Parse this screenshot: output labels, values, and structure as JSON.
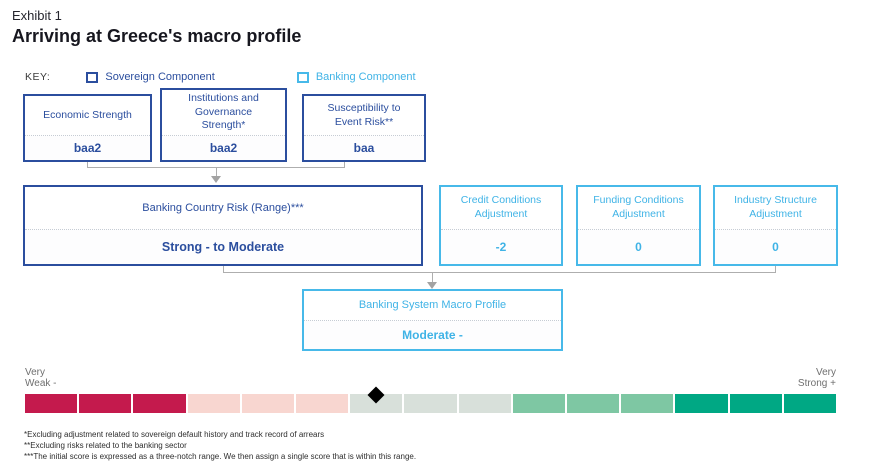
{
  "header": {
    "exhibit": "Exhibit 1",
    "title": "Arriving at Greece's macro profile"
  },
  "key": {
    "label": "KEY:",
    "items": [
      {
        "label": "Sovereign Component",
        "color": "#2b4e9e"
      },
      {
        "label": "Banking Component",
        "color": "#47b9e9"
      }
    ]
  },
  "boxes": {
    "economic": {
      "label": "Economic Strength",
      "value": "baa2"
    },
    "institutions": {
      "label": "Institutions and Governance Strength*",
      "value": "baa2"
    },
    "event_risk": {
      "label": "Susceptibility to Event Risk**",
      "value": "baa"
    },
    "country_risk": {
      "label": "Banking Country Risk (Range)***",
      "value": "Strong - to Moderate"
    },
    "credit": {
      "label": "Credit Conditions Adjustment",
      "value": "-2"
    },
    "funding": {
      "label": "Funding Conditions Adjustment",
      "value": "0"
    },
    "industry": {
      "label": "Industry Structure Adjustment",
      "value": "0"
    },
    "macro_profile": {
      "label": "Banking System Macro Profile",
      "value": "Moderate -"
    }
  },
  "scale": {
    "labels": {
      "left": [
        "Very",
        "Weak -"
      ],
      "right": [
        "Very",
        "Strong +"
      ]
    },
    "segment_colors": [
      "#c41a4d",
      "#c41a4d",
      "#c41a4d",
      "#f8d6d0",
      "#f8d6d0",
      "#f8d6d0",
      "#d8e0da",
      "#d8e0da",
      "#d8e0da",
      "#7ec7a3",
      "#7ec7a3",
      "#7ec7a3",
      "#00a884",
      "#00a884",
      "#00a884"
    ],
    "marker_segment": 7,
    "marker_color": "#000000"
  },
  "footnotes": [
    "*Excluding adjustment related to sovereign default history and track record of arrears",
    "**Excluding risks related to the banking sector",
    "***The initial score is expressed as a three-notch range. We then assign a single score that is within this range."
  ]
}
